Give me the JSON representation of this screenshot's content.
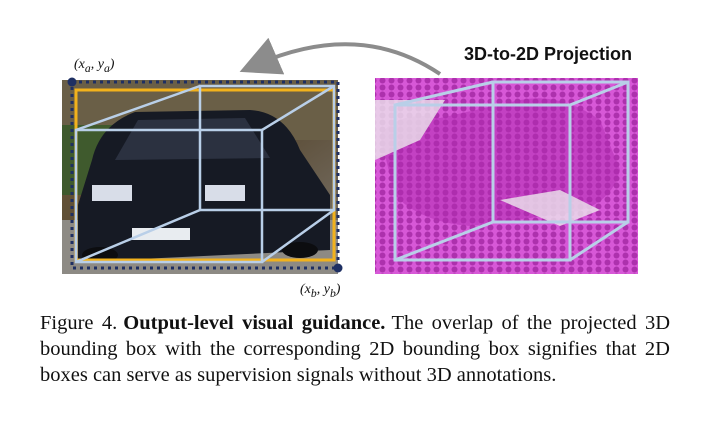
{
  "projection_label": "3D-to-2D Projection",
  "coords": {
    "top_left_x": "x",
    "top_left_x_sub": "a",
    "top_left_y": "y",
    "top_left_y_sub": "a",
    "bottom_right_x": "x",
    "bottom_right_x_sub": "b",
    "bottom_right_y": "y",
    "bottom_right_y_sub": "b"
  },
  "caption": {
    "label": "Figure 4.",
    "title": "Output-level visual guidance.",
    "body": "The overlap of the projected 3D bounding box with the corresponding 2D bounding box signifies that 2D boxes can serve as supervision signals without 3D annotations."
  },
  "colors": {
    "box_3d": "#b9cfe8",
    "box_2d": "#f2b21c",
    "dotted_box": "#1e2f63",
    "points": "#b328b3",
    "arrow": "#8c8c8c"
  }
}
